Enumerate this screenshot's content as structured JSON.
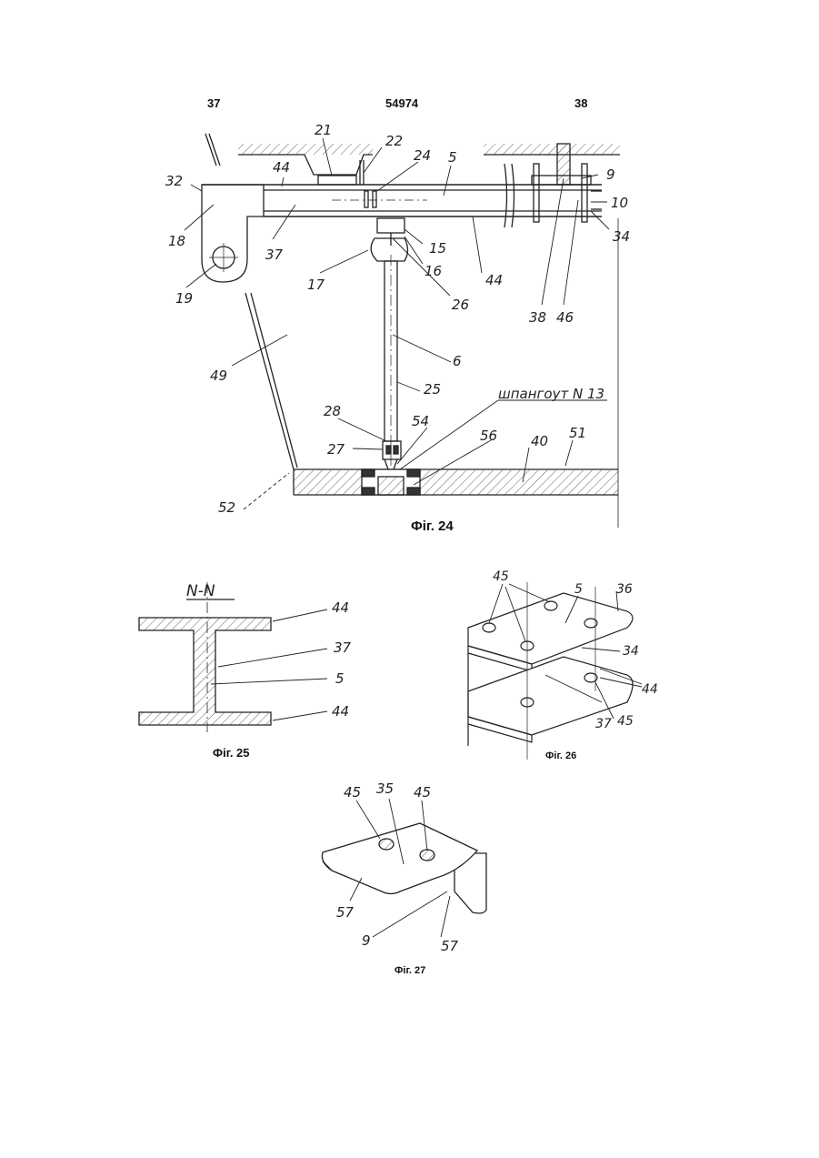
{
  "header": {
    "left_page": "37",
    "patent_number": "54974",
    "right_page": "38"
  },
  "figures": {
    "fig24": {
      "caption": "Фіг. 24",
      "annotation": "шпангоут N 13",
      "labels": [
        "21",
        "22",
        "24",
        "5",
        "44",
        "32",
        "18",
        "19",
        "37",
        "9",
        "10",
        "34",
        "15",
        "16",
        "17",
        "26",
        "44",
        "38",
        "46",
        "49",
        "6",
        "25",
        "28",
        "54",
        "56",
        "40",
        "51",
        "27",
        "52"
      ]
    },
    "fig25": {
      "caption": "Фіг. 25",
      "section": "N-N",
      "labels": [
        "44",
        "37",
        "5",
        "44"
      ]
    },
    "fig26": {
      "caption": "Фіг. 26",
      "labels": [
        "45",
        "5",
        "36",
        "34",
        "44",
        "37",
        "45"
      ]
    },
    "fig27": {
      "caption": "Фіг. 27",
      "labels": [
        "45",
        "35",
        "45",
        "57",
        "9",
        "57"
      ]
    }
  }
}
